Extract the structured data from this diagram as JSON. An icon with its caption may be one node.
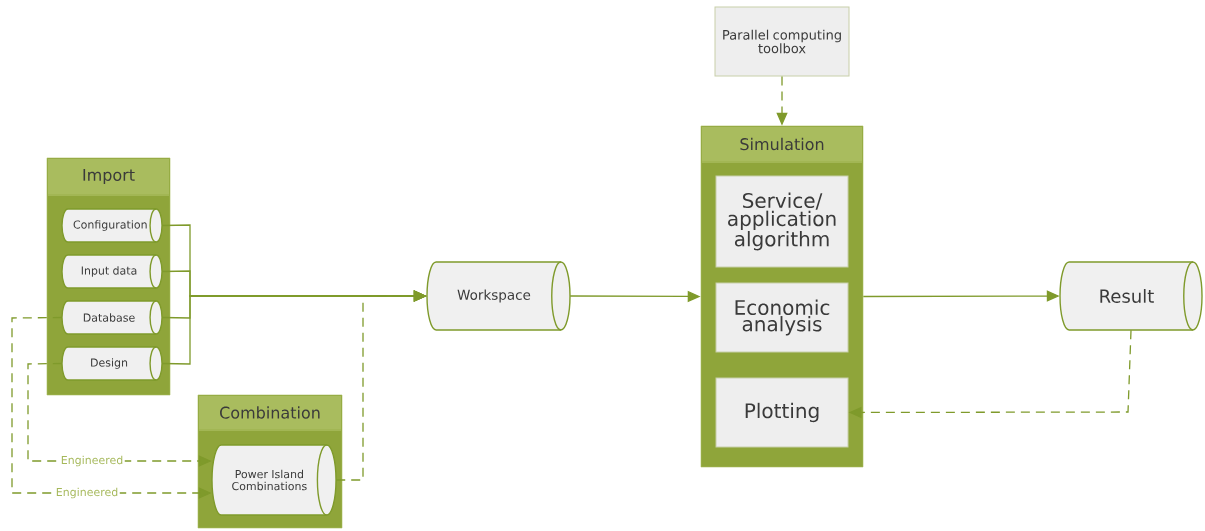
{
  "diagram": {
    "nodes": [
      {
        "text": [
          "Import"
        ]
      },
      {
        "text": [
          "Configuration"
        ],
        "in": 0
      },
      {
        "text": [
          "Input data"
        ],
        "in": 0
      },
      {
        "text": [
          "Database"
        ],
        "in": 0
      },
      {
        "text": [
          "Design"
        ],
        "in": 0
      },
      {
        "text": [
          "Combination"
        ]
      },
      {
        "text": [
          "Power Island Combinations"
        ],
        "in": 5
      },
      {
        "text": [
          "Workspace"
        ]
      },
      {
        "text": [
          "Parallel computing toolbox"
        ]
      },
      {
        "text": [
          "Simulation"
        ]
      },
      {
        "text": [
          "Service/ application algorithm"
        ],
        "in": 9
      },
      {
        "text": [
          "Economic analysis"
        ],
        "in": 9
      },
      {
        "text": [
          "Plotting"
        ],
        "in": 9
      },
      {
        "text": [
          "Result"
        ]
      }
    ],
    "edges": [
      {
        "from": 1,
        "to": 7,
        "arrow": "to"
      },
      {
        "from": 2,
        "to": 7,
        "arrow": "to"
      },
      {
        "from": 3,
        "to": 7,
        "arrow": "to"
      },
      {
        "from": 4,
        "to": 7,
        "arrow": "to"
      },
      {
        "from": 6,
        "to": 7,
        "arrow": "to",
        "style": "dashed"
      },
      {
        "from": 4,
        "to": 6,
        "arrow": "to",
        "style": "dashed",
        "label": "Engineered"
      },
      {
        "from": 3,
        "to": 6,
        "arrow": "to",
        "style": "dashed",
        "label": "Engineered"
      },
      {
        "from": 7,
        "to": 9,
        "arrow": "to"
      },
      {
        "from": 8,
        "to": 9,
        "arrow": "to",
        "style": "dashed"
      },
      {
        "from": 9,
        "to": 13,
        "arrow": "to"
      },
      {
        "from": 13,
        "to": 12,
        "arrow": "to",
        "style": "dashed"
      }
    ]
  }
}
